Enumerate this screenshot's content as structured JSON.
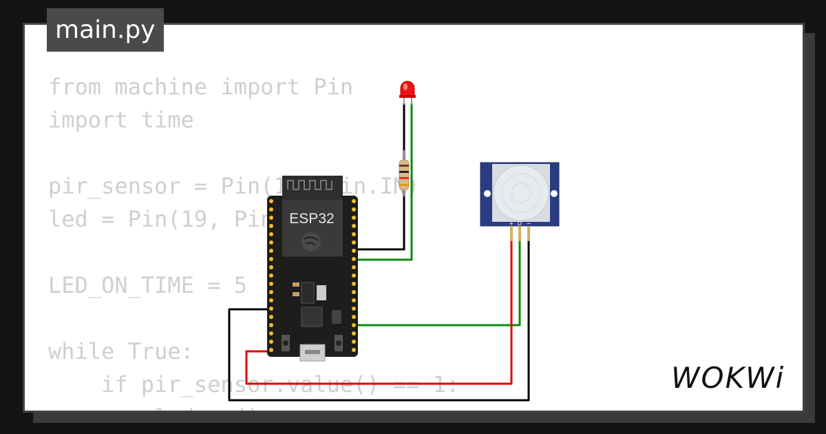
{
  "file_tab": {
    "label": "main.py"
  },
  "code_lines": [
    "from machine import Pin",
    "import time",
    "",
    "pir_sensor = Pin(13, Pin.IN)",
    "led = Pin(19, Pin.OUT)",
    "",
    "LED_ON_TIME = 5",
    "",
    "while True:",
    "    if pir_sensor.value() == 1:",
    "        led.on()"
  ],
  "esp32": {
    "label": "ESP32"
  },
  "pir": {
    "pin_labels": [
      "+",
      "D",
      "−"
    ]
  },
  "brand": {
    "logo_text": "WOKWi"
  },
  "wire_colors": {
    "gnd": "#000000",
    "signal": "#008000",
    "power": "#e00000"
  }
}
